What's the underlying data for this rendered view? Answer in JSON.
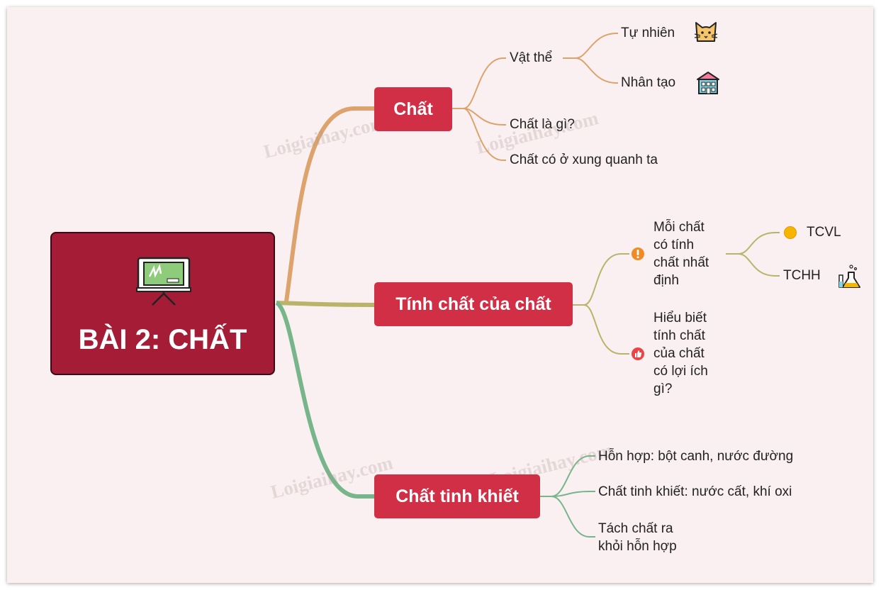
{
  "root": {
    "title": "BÀI 2: CHẤT",
    "icon": "blackboard-icon"
  },
  "branches": [
    {
      "label": "Chất",
      "color": "#dca46c",
      "children": [
        {
          "label": "Vật thể",
          "children": [
            {
              "label": "Tự nhiên",
              "icon": "cat-icon"
            },
            {
              "label": "Nhân tạo",
              "icon": "building-icon"
            }
          ]
        },
        {
          "label": "Chất là gì?"
        },
        {
          "label": "Chất có ở xung quanh ta"
        }
      ]
    },
    {
      "label": "Tính chất của chất",
      "color": "#b9b46a",
      "children": [
        {
          "label_lines": [
            "Mỗi chất",
            "có tính",
            "chất nhất",
            "định"
          ],
          "icon": "exclamation-icon",
          "children": [
            {
              "label": "TCVL",
              "icon": "yellow-circle-icon"
            },
            {
              "label": "TCHH",
              "icon": "chemistry-flask-icon"
            }
          ]
        },
        {
          "label_lines": [
            "Hiểu biết",
            "tính chất",
            "của chất",
            "có lợi ích",
            "gì?"
          ],
          "icon": "thumbs-up-icon"
        }
      ]
    },
    {
      "label": "Chất tinh khiết",
      "color": "#76b68a",
      "children": [
        {
          "label": "Hỗn hợp: bột canh, nước đường"
        },
        {
          "label": "Chất tinh khiết: nước cất, khí oxi"
        },
        {
          "label_lines": [
            "Tách chất ra",
            "khỏi hỗn hợp"
          ]
        }
      ]
    }
  ],
  "watermark": "Loigiaihay.com"
}
